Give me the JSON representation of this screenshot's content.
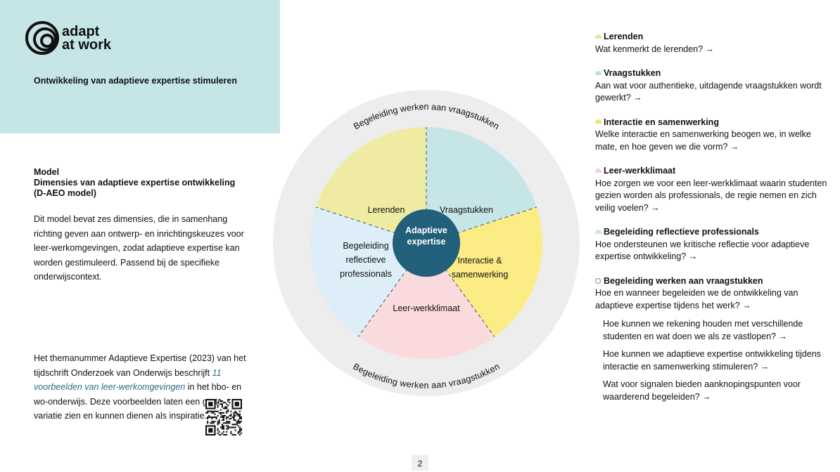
{
  "brand": {
    "line1": "adapt",
    "line2": "at work"
  },
  "header": {
    "subtitle": "Ontwikkeling van adaptieve expertise stimuleren"
  },
  "model": {
    "label": "Model",
    "title_line1": "Dimensies van adaptieve expertise ontwikkeling",
    "title_line2": "(D-AEO model)",
    "description": "Dit model bevat zes dimensies, die in samenhang richting geven aan ontwerp- en inrichtingskeuzes voor leer-werkomgevingen, zodat adaptieve expertise kan worden gestimuleerd. Passend bij de specifieke onderwijscontext."
  },
  "bottom": {
    "text_before": "Het themanummer Adaptieve Expertise (2023) van het tijdschrift Onderzoek van Onderwijs beschrijft ",
    "link": "11 voorbeelden van leer-werkomgevingen",
    "text_after": " in het hbo- en wo-onderwijs. Deze voorbeelden laten een grote variatie zien en kunnen dienen als inspiratie."
  },
  "diagram": {
    "outer_ring_top": "Begeleiding werken aan vraagstukken",
    "outer_ring_bottom": "Begeleiding werken aan vraagstukken",
    "center_line1": "Adaptieve",
    "center_line2": "expertise",
    "segments": [
      {
        "lines": [
          "Lerenden"
        ],
        "color": "#efeba3"
      },
      {
        "lines": [
          "Vraagstukken"
        ],
        "color": "#c6e5e6"
      },
      {
        "lines": [
          "Interactie &",
          "samenwerking"
        ],
        "color": "#fbec85"
      },
      {
        "lines": [
          "Leer-werkklimaat"
        ],
        "color": "#fadadc"
      },
      {
        "lines": [
          "Begeleiding",
          "reflectieve",
          "professionals"
        ],
        "color": "#ddeef8"
      }
    ],
    "colors": {
      "ring": "#ededed",
      "center": "#215f7a",
      "divider": "#2e5e70"
    }
  },
  "questions": [
    {
      "title": "Lerenden",
      "text": "Wat kenmerkt de lerenden? →",
      "marker_color": "#e9e3a0"
    },
    {
      "title": "Vraagstukken",
      "text": "Aan wat voor authentieke, uitdagende vraagstukken wordt gewerkt? →",
      "marker_color": "#bcdfe0"
    },
    {
      "title": "Interactie en samenwerking",
      "text": "Welke interactie en samenwerking beogen we, in welke mate, en hoe geven we die vorm? →",
      "marker_color": "#f3e479"
    },
    {
      "title": "Leer-werkklimaat",
      "text": "Hoe zorgen we voor een leer-werkklimaat waarin studenten gezien worden als professionals, de regie nemen en zich veilig voelen? →",
      "marker_color": "#f5cfd2"
    },
    {
      "title": "Begeleiding reflectieve professionals",
      "text": "Hoe ondersteunen we kritische reflectie voor adaptieve expertise ontwikkeling? →",
      "marker_color": "#cde3f3"
    },
    {
      "title": "Begeleiding werken aan vraagstukken",
      "text": "Hoe en wanneer begeleiden we de ontwikkeling van adaptieve expertise tijdens het werk? →",
      "marker_color": "#888888",
      "sub": [
        "Hoe kunnen we rekening houden met verschillende studenten en wat doen we als ze vastlopen? →",
        "Hoe kunnen we adaptieve expertise ontwikkeling tijdens interactie en samenwerking stimuleren? →",
        "Wat voor signalen bieden aanknopingspunten voor waarderend begeleiden? →"
      ]
    }
  ],
  "page": {
    "number": "2"
  }
}
